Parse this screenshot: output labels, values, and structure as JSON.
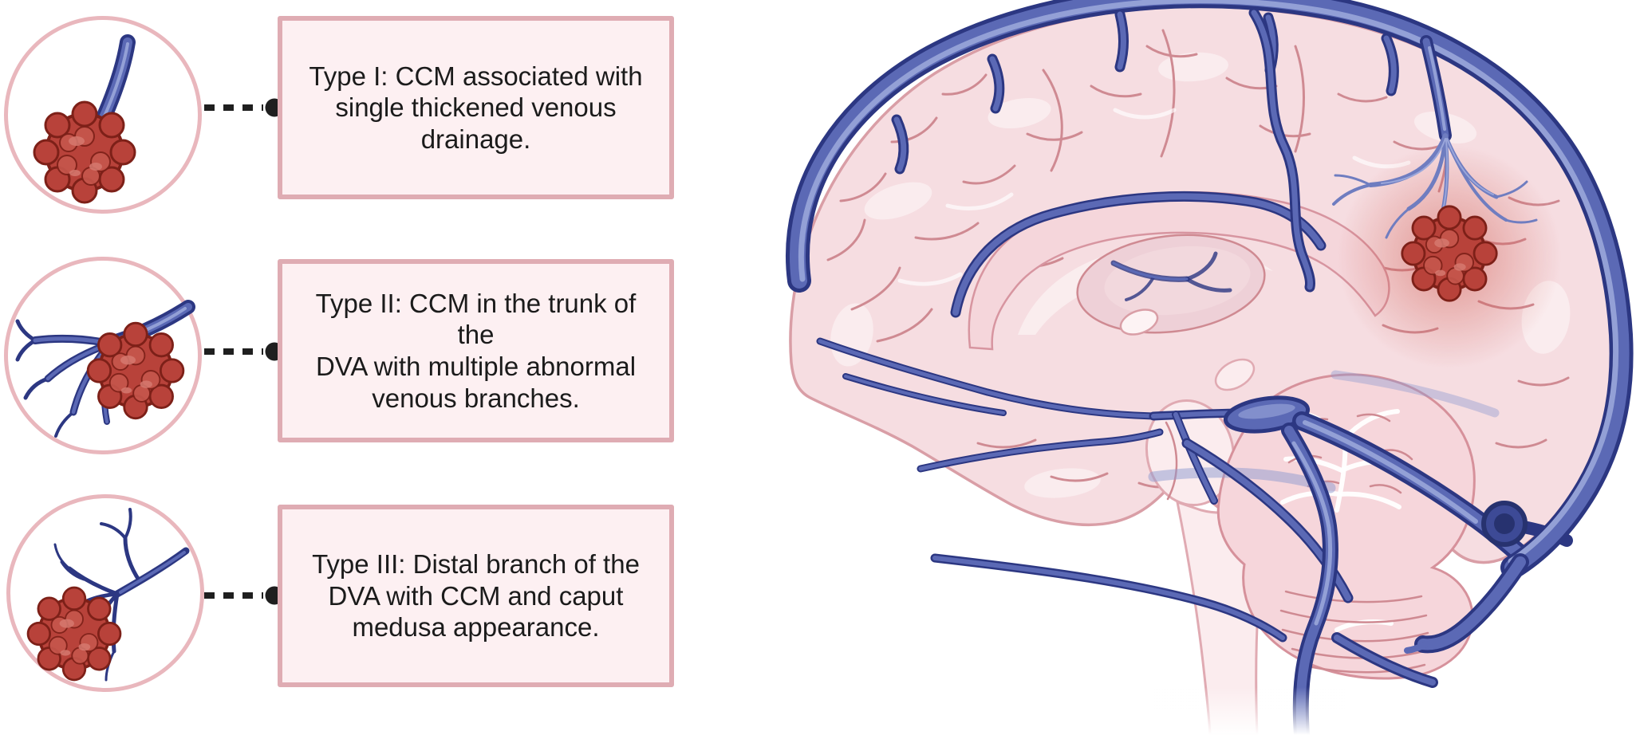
{
  "figure": {
    "description": "Classification of cerebral cavernous malformation (CCM) association with developmental venous anomaly (DVA), with sagittal brain venous anatomy illustration",
    "items": [
      {
        "id": "type-i",
        "icon": "ccm-with-single-thick-vein-icon",
        "lines": [
          "Type I: CCM associated with",
          "single thickened venous",
          "drainage."
        ]
      },
      {
        "id": "type-ii",
        "icon": "ccm-in-dva-trunk-icon",
        "lines": [
          "Type II: CCM in the trunk of the",
          "DVA with multiple abnormal",
          "venous branches."
        ]
      },
      {
        "id": "type-iii",
        "icon": "ccm-distal-branch-caput-medusa-icon",
        "lines": [
          "Type III: Distal branch of the",
          "DVA with CCM and caput",
          "medusa appearance."
        ]
      }
    ],
    "illustration": "sagittal-brain-with-venous-system-and-ccm-lesion"
  },
  "palette": {
    "page_bg": "#ffffff",
    "text": "#1b1b1b",
    "box_fill": "#fdf0f2",
    "box_border": "#dfacb3",
    "circle_border": "#e9b7bd",
    "connector": "#1f1f1f",
    "vein_dark": "#2c3782",
    "vein_mid": "#5b69b5",
    "vein_light": "#93a0d6",
    "vein_pale": "#8d99cf",
    "dva_main": "#6f7dc0",
    "dva_light": "#9aa6da",
    "cortex_fill": "#f6dde1",
    "cortex_line": "#cf8a92",
    "cortex_outline": "#d99ea6",
    "cortex_light": "#fbeef0",
    "ccm_fill": "#b8423a",
    "ccm_bump": "#c6564c",
    "ccm_dark": "#7d2018",
    "ccm_hi": "#d6796f",
    "cereb_fill": "#f6d6db",
    "anat_pale": "#fbecee",
    "anat_outline": "#e0aab2",
    "callosum": "#f5d6db"
  }
}
